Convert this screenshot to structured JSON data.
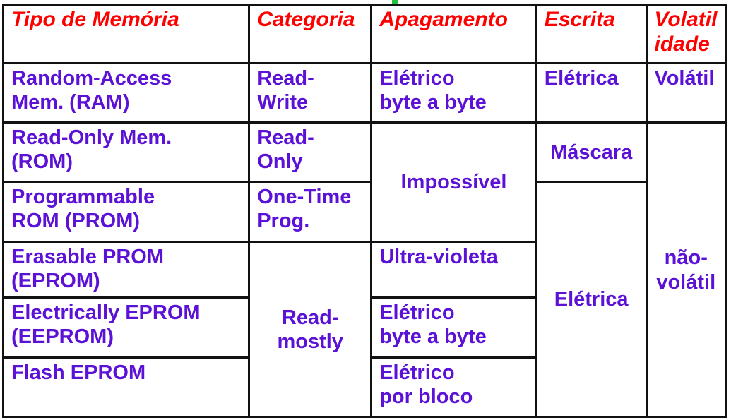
{
  "table": {
    "headers": [
      "Tipo de Memória",
      "Categoria",
      "Apagamento",
      "Escrita",
      "Volatil\nidade"
    ],
    "rows": [
      {
        "tipo": "Random-Access\nMem. (RAM)",
        "categoria": "Read-\nWrite",
        "apagamento": "Elétrico\nbyte a byte",
        "escrita": "Elétrica",
        "volatilidade": "Volátil"
      },
      {
        "tipo": "Read-Only Mem.\n(ROM)",
        "categoria": "Read-\nOnly",
        "apagamento": "Impossível",
        "escrita": "Máscara",
        "volatilidade": "não-\nvolátil"
      },
      {
        "tipo": "Programmable\nROM (PROM)",
        "categoria": "One-Time\nProg."
      },
      {
        "tipo": "Erasable PROM\n(EPROM)",
        "categoria": "Read-\nmostly",
        "apagamento": "Ultra-violeta",
        "escrita": "Elétrica"
      },
      {
        "tipo": "Electrically EPROM\n(EEPROM)",
        "apagamento": "Elétrico\nbyte a byte"
      },
      {
        "tipo": "Flash EPROM",
        "apagamento": "Elétrico\npor bloco"
      }
    ]
  },
  "colors": {
    "header_text": "#ff0000",
    "body_text": "#5b12d6",
    "border": "#111111",
    "accent_mark": "#22c33b"
  }
}
